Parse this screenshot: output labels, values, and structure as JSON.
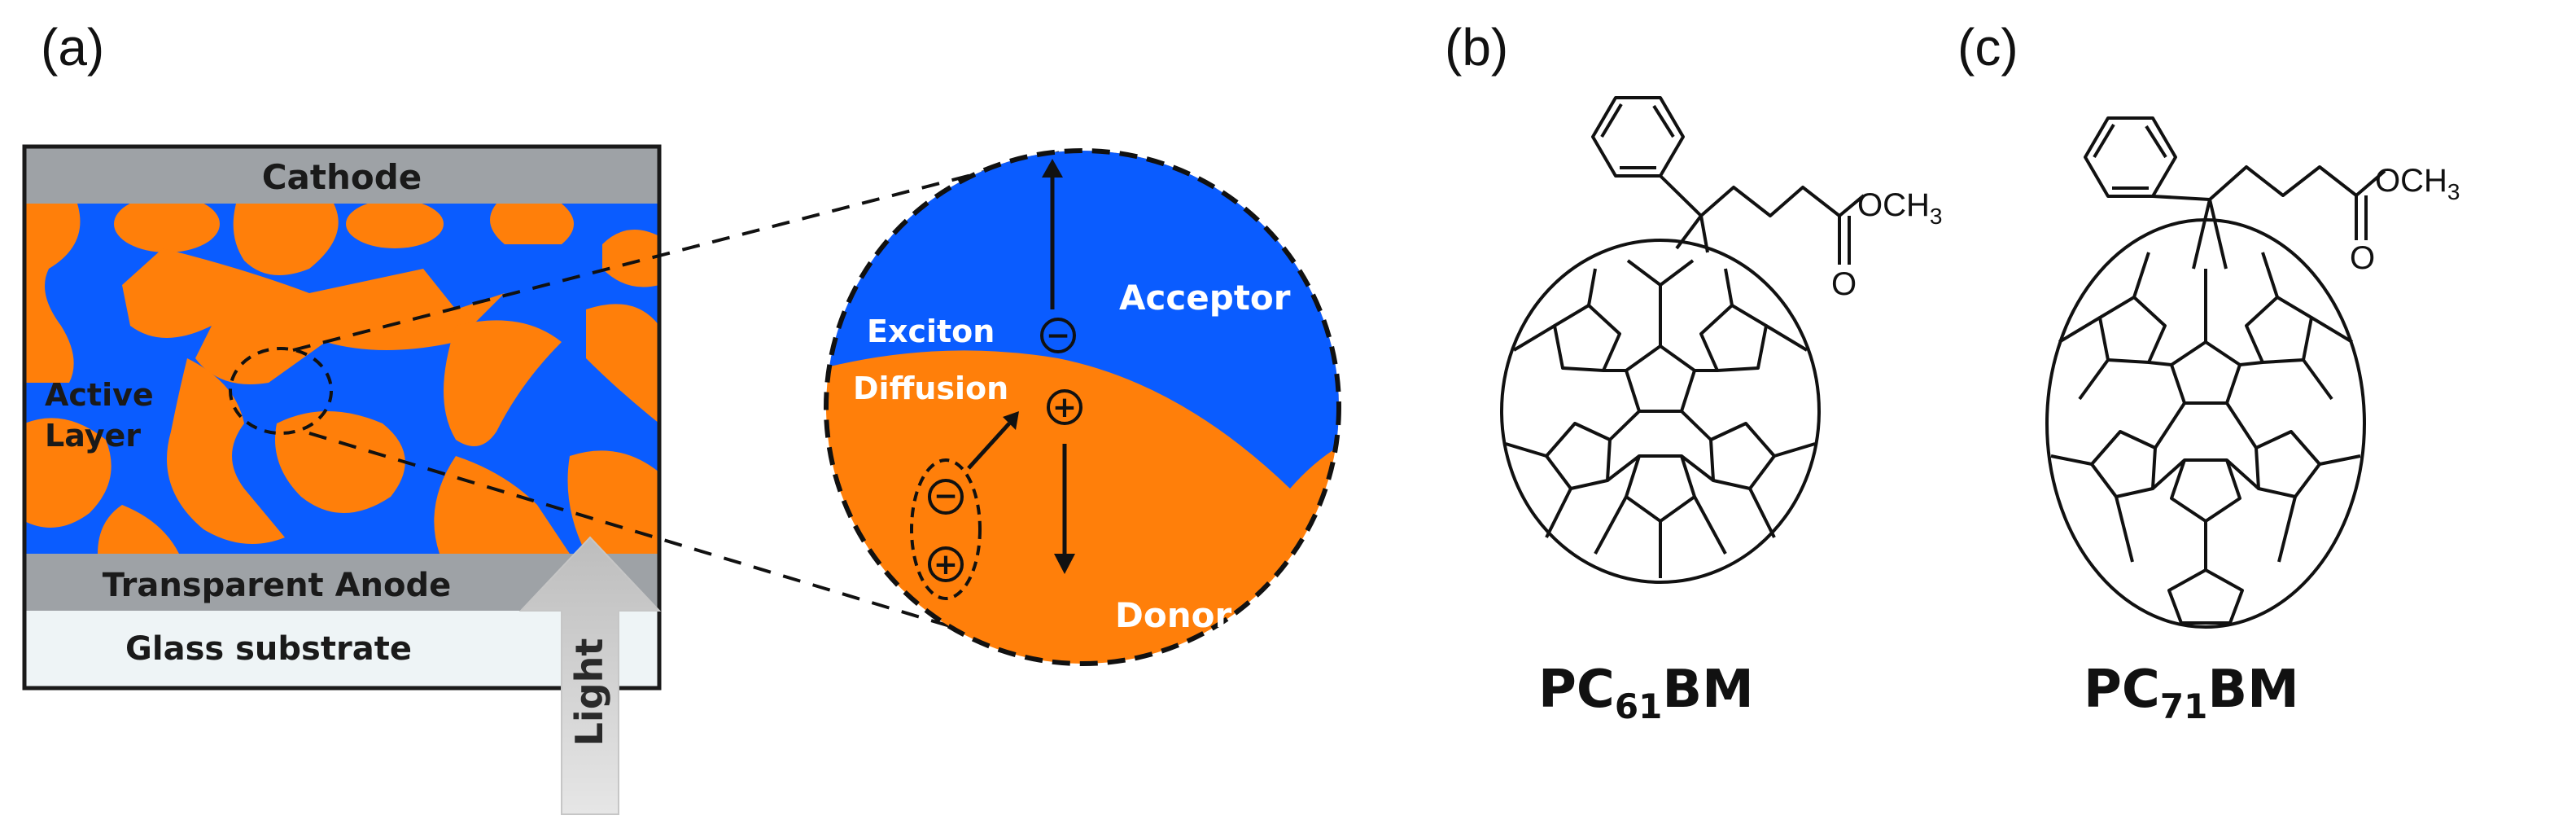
{
  "panel_labels": {
    "a": "(a)",
    "b": "(b)",
    "c": "(c)"
  },
  "device": {
    "cathode": "Cathode",
    "active_layer_line1": "Active",
    "active_layer_line2": "Layer",
    "anode": "Transparent Anode",
    "substrate": "Glass substrate",
    "light": "Light"
  },
  "zoom": {
    "acceptor": "Acceptor",
    "donor": "Donor",
    "exciton_line1": "Exciton",
    "exciton_line2": "Diffusion",
    "electron_symbol": "−",
    "hole_symbol": "+"
  },
  "molecules": {
    "pc61bm": {
      "prefix": "PC",
      "subscript": "61",
      "suffix": "BM"
    },
    "pc71bm": {
      "prefix": "PC",
      "subscript": "71",
      "suffix": "BM"
    },
    "ester_group": "OCH",
    "ester_subscript": "3",
    "carbonyl_oxygen": "O"
  },
  "colors": {
    "acceptor_blue": "#0a5cff",
    "donor_orange": "#ff7f0a",
    "electrode_gray": "#9ea2a6",
    "substrate_white": "#eef4f6",
    "light_arrow": "#d0d0d0"
  }
}
